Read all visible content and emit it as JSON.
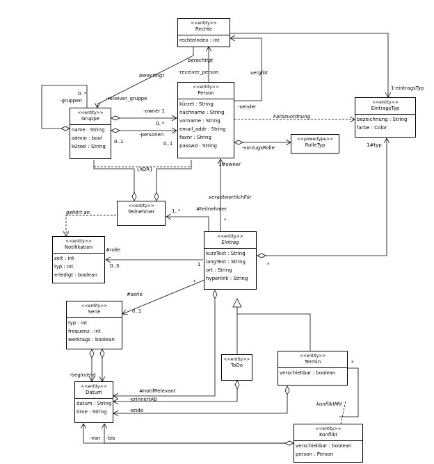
{
  "classes": {
    "rechte": {
      "stereotype": "<<entity>>",
      "name": "Rechte",
      "attrs": [
        "rechteIndex : int"
      ]
    },
    "person": {
      "stereotype": "<<entity>>",
      "name": "Person",
      "attrs": [
        "kürzel : String",
        "nachname : String",
        "vorname : String",
        "email_addr : String",
        "faxnr : String",
        "passwd : String"
      ]
    },
    "gruppe": {
      "stereotype": "<<entity>>",
      "name": "Gruppe",
      "attrs": [
        "name : String",
        "admin : bool",
        "kürzel : String"
      ]
    },
    "eintragstyp": {
      "stereotype": "<<entity>>",
      "name": "EintragsTyp",
      "attrs": [
        "bezeichnung : String",
        "farbe : Color"
      ]
    },
    "rolletyp": {
      "stereotype": "<<powertype>>",
      "name": "RolleTyp",
      "attrs": []
    },
    "teilnehmer": {
      "stereotype": "<<entity>>",
      "name": "Teilnehmer",
      "attrs": []
    },
    "notifikation": {
      "stereotype": "<<entity>>",
      "name": "Notifikation",
      "attrs": [
        "zeit : int",
        "typ : int",
        "erledigt : boolean"
      ]
    },
    "eintrag": {
      "stereotype": "<<entity>>",
      "name": "Eintrag",
      "attrs": [
        "kurzText : String",
        "langText : String",
        "ort : String",
        "hyperlink : String"
      ]
    },
    "serie": {
      "stereotype": "<<entity>>",
      "name": "Serie",
      "attrs": [
        "typ : int",
        "frequenz : int",
        "werktags : boolean"
      ]
    },
    "todo": {
      "stereotype": "<<entity>>",
      "name": "ToDo",
      "attrs": []
    },
    "termin": {
      "stereotype": "<<entity>>",
      "name": "Termin",
      "attrs": [
        "verschiebbar : boolean"
      ]
    },
    "datum": {
      "stereotype": "<<entity>>",
      "name": "Datum",
      "attrs": [
        "datum : String",
        "time : String"
      ]
    },
    "konflikt": {
      "stereotype": "<<entity>>",
      "name": "Konflikt",
      "attrs": [
        "verschiebbar : boolean",
        "person : Person"
      ]
    }
  },
  "labels": {
    "berechtigt_a": "berechtigt",
    "berechtigt_b": "berechtigt",
    "receiver_person": "-receiver_person",
    "vergibt": "vergibt",
    "receiver_gruppe": "-receiver_gruppe",
    "sender": "-sender",
    "mult_0n_gruppen": "0..*",
    "gruppen": "-gruppen",
    "owner_1": "-owner 1",
    "mult_0n_owner": "0..*",
    "personen": "-personen",
    "mult_01_a": "0..1",
    "mult_01_b": "0..1",
    "xor": "{XOR}",
    "farbzuordnung": "Farbzuordnung",
    "eintragstyp_role": "1-eintragsTyp",
    "vorzugsrolle": "-vorzugsRolle",
    "typ": "1#typ",
    "owner_hash": "1#owner",
    "verantwortlich": "verantwortlichFür",
    "teilnehmer_role": "#teilnehmer",
    "mult_1n": "1..*",
    "star_a": "*",
    "gehoert_an": "gehört an",
    "rolle": "#rolle",
    "mult_03": "0..3",
    "one_a": "1",
    "star_b": "*",
    "serie_role": "#serie",
    "mult_01_serie": "0..1",
    "star_c": "*",
    "beginend": "-begin/end",
    "notif_relevant": "#notifRelevant",
    "erinnertAb": "-erinnertAb",
    "ende": "-ende",
    "konfliktMit": "konfliktMit",
    "star_d": "*",
    "von": "-von",
    "bis": "-bis"
  }
}
